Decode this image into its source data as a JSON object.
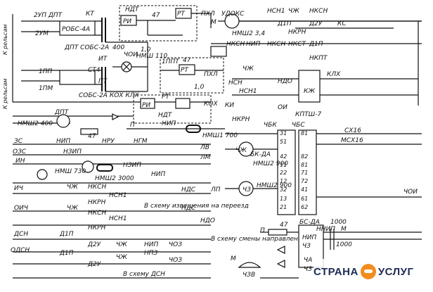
{
  "diagram": {
    "labels": {
      "zup_dpt": "2УП ДПТ",
      "zum": "2УМ",
      "k_relsam_top": "К рельсам",
      "k_relsam_bottom": "К рельсам",
      "kt": "КТ",
      "robs_4a": "РОБС-4А",
      "ndt_top": "НДТ",
      "rt_top": "РТ",
      "ri_top": "РИ",
      "r47_top": "47",
      "phl": "ПХЛ",
      "ukoks": "УДОКС",
      "m_top": "М",
      "nmsh2_34": "НМШ2 3,4",
      "nsn1_top": "НСН1",
      "chzh_top": "ЧЖ",
      "nksn_top": "НКСН",
      "dip_top": "Д1П",
      "nkrn_top": "НКРН",
      "d2u_top": "Д2У",
      "ks": "КС",
      "dpt_sobs": "ДПТ СОБС-2А",
      "v400": "400",
      "cap_10": "1,0",
      "chdi": "ЧОИ",
      "nmsh_110": "НМШ 110",
      "it": "ИТ",
      "st4": "СТ4",
      "pt": "ПТ",
      "nksn_2": "НКСН",
      "nip_2": "НИП",
      "nksn_3": "НКСН",
      "nkst": "НКСТ",
      "d1p_2": "Д1П",
      "ipm": "1ПМ",
      "ipp": "1ПП",
      "ippt": "1ППТ",
      "rt_2": "РТ",
      "r47_2": "47",
      "phl_2": "ПХЛ",
      "cap_10b": "1,0",
      "nkpt": "НКПТ",
      "chzh_2": "ЧЖ",
      "nsn_2": "НСН",
      "nsn1_2": "НСН1",
      "ndo": "НДО",
      "kzh": "КЖ",
      "klx": "КЛХ",
      "sobs_koh": "СОБС-2А КОХ КЛХ",
      "rt_3": "РТ",
      "ri_3": "РИ",
      "koh": "КОХ",
      "ndt_3": "НДТ",
      "dpt_3": "ДПТ",
      "nkrn_3": "НКРН",
      "ki": "КИ",
      "oi": "ОИ",
      "kptsh": "КПТШ-7",
      "nmsh2_400": "НМШ2 400",
      "r47_3": "47",
      "p_1": "П",
      "nip_3": "НИП",
      "nmsh1_700": "НМШ1 700",
      "chbk": "ЧБК",
      "chbs": "ЧБС",
      "sx16": "СХ16",
      "msx16": "МСХ16",
      "zs": "ЗС",
      "ozs": "ОЗС",
      "in": "ИН",
      "nip_4": "НИП",
      "nzip": "НЗИП",
      "nry": "НРУ",
      "ngm": "НГМ",
      "lv": "ЛВ",
      "lm": "ЛМ",
      "nmsh_730": "НМШ 730",
      "nmsh2_3000": "НМШ2 3000",
      "nzip_2": "НЗИП",
      "nip_5": "НИП",
      "bk_da": "БК-ДА",
      "chzh_bk": "ЧЖ",
      "nmsh2_900": "НМШ2 900",
      "ch3": "ЧЗ",
      "nmsh2_900b": "НМШ2 900",
      "ich": "ИЧ",
      "chzh_3": "ЧЖ",
      "nksn_4": "НКСН",
      "nsn1_3": "НСН1",
      "nkrn_4": "НКРН",
      "nds": "НДС",
      "lp": "ЛП",
      "oich": "ОИЧ",
      "chzh_4": "ЧЖ",
      "nksn_5": "НКСН",
      "nsn1_4": "НСН1",
      "nkrn_5": "НКРН",
      "nds_2": "НДС",
      "ndo_2": "НДО",
      "v_sheme_izv": "В схему извещения на переезд",
      "dsn": "ДСН",
      "d1p_3": "Д1П",
      "d2u_2": "Д2У",
      "chzh_5": "ЧЖ",
      "nip_6": "НИП",
      "chdz": "ЧОЗ",
      "odsn": "ОДСН",
      "d1p_4": "Д1П",
      "d2u_3": "Д2У",
      "chzh_6": "ЧЖ",
      "nnz": "НПЗ",
      "chdz_2": "ЧОЗ",
      "v_sheme_dsn": "В схему ДСН",
      "v_sheme_smeny": "В схему смены направления",
      "r47_4": "47",
      "bs_da": "БС-ДА",
      "nnip": "ННИП",
      "m_2": "М",
      "c1000": "1000",
      "c1000b": "1000",
      "nip_7": "НИП",
      "chz_b": "ЧЗ",
      "chdi_2": "ЧОИ",
      "m_3": "М",
      "cha": "ЧА",
      "ch3_2": "ЧЗ",
      "chsb": "ЧЗВ",
      "p_2": "П",
      "pin_31": "31",
      "pin_51": "51",
      "pin_42": "42",
      "pin_22": "22",
      "pin_12": "12",
      "pin_32": "32",
      "pin_81": "81",
      "pin_71": "71",
      "pin_72": "72",
      "pin_41": "41",
      "pin_61": "61",
      "pin_62": "62",
      "pin_13": "13",
      "pin_21": "21",
      "pin_11": "11",
      "pin_82": "82",
      "pin_81b": "81"
    },
    "logo": {
      "left": "СТРАНА",
      "right": "УСЛУГ"
    }
  }
}
